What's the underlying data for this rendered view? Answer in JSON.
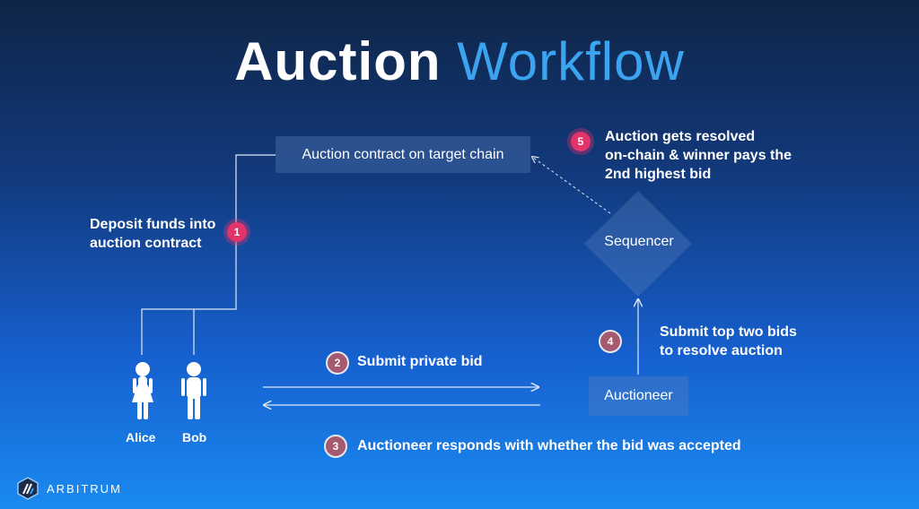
{
  "title": {
    "bold": "Auction",
    "light": "Workflow"
  },
  "nodes": {
    "contract": "Auction contract on target chain",
    "sequencer": "Sequencer",
    "auctioneer": "Auctioneer",
    "alice": "Alice",
    "bob": "Bob"
  },
  "steps": [
    {
      "number": "1",
      "label_lines": [
        "Deposit funds into",
        "auction contract"
      ]
    },
    {
      "number": "2",
      "label_lines": [
        "Submit private bid"
      ]
    },
    {
      "number": "3",
      "label_lines": [
        "Auctioneer responds with whether the bid was accepted"
      ]
    },
    {
      "number": "4",
      "label_lines": [
        "Submit top two bids",
        "to resolve auction"
      ]
    },
    {
      "number": "5",
      "label_lines": [
        "Auction gets resolved",
        "on-chain & winner pays the",
        "2nd highest bid"
      ]
    }
  ],
  "brand": {
    "name": "ARBITRUM",
    "logo_icon": "arbitrum-logo-icon"
  },
  "colors": {
    "accent_pink": "#e2336b",
    "badge_muted": "#a55a70",
    "title_blue": "#3aa4f0"
  }
}
